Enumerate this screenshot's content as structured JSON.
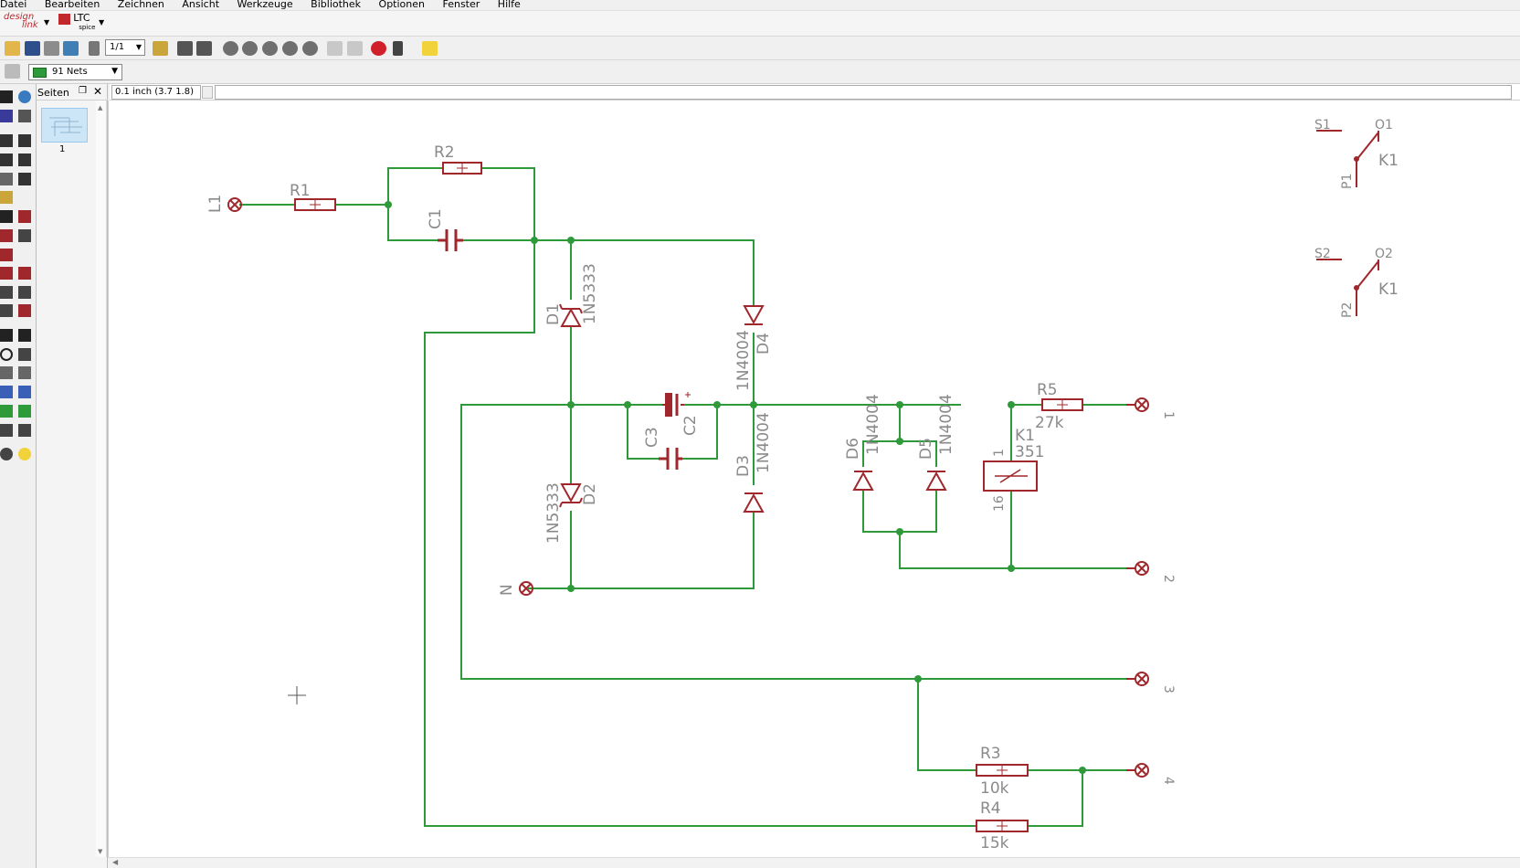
{
  "menu": [
    "Datei",
    "Bearbeiten",
    "Zeichnen",
    "Ansicht",
    "Werkzeuge",
    "Bibliothek",
    "Optionen",
    "Fenster",
    "Hilfe"
  ],
  "brand": {
    "designlink_top": "design",
    "designlink_bottom": "link",
    "ltc": "LTC",
    "spice": "spice"
  },
  "toolbar": {
    "sheet_select": "1/1"
  },
  "netbar": {
    "nets": "91 Nets"
  },
  "pages": {
    "title": "Seiten",
    "page_number": "1"
  },
  "coord": {
    "readout": "0.1 inch (3.7 1.8)"
  },
  "colors": {
    "wire": "#2e9a3a",
    "part": "#a0272b",
    "label": "#8a8a8a"
  },
  "schematic": {
    "r1": "R1",
    "r2": "R2",
    "r3": "R3",
    "r3_value": "10k",
    "r4": "R4",
    "r4_value": "15k",
    "r5": "R5",
    "r5_value": "27k",
    "c1": "C1",
    "c2": "C2",
    "c3": "C3",
    "d1": "D1",
    "d1_value": "1N5333",
    "d2": "D2",
    "d2_value": "1N5333",
    "d3": "D3",
    "d3_value": "1N4004",
    "d4": "D4",
    "d4_value": "1N4004",
    "d5": "D5",
    "d5_value": "1N4004",
    "d6": "D6",
    "d6_value": "1N4004",
    "k1": "K1",
    "k1_value": "351",
    "k1_pin1": "1",
    "k1_pin16": "16",
    "l1": "L1",
    "n": "N",
    "term1": "1",
    "term2": "2",
    "term3": "3",
    "term4": "4",
    "s1": "S1",
    "o1": "O1",
    "p1": "P1",
    "s1_k": "K1",
    "s2": "S2",
    "o2": "O2",
    "p2": "P2",
    "s2_k": "K1"
  }
}
